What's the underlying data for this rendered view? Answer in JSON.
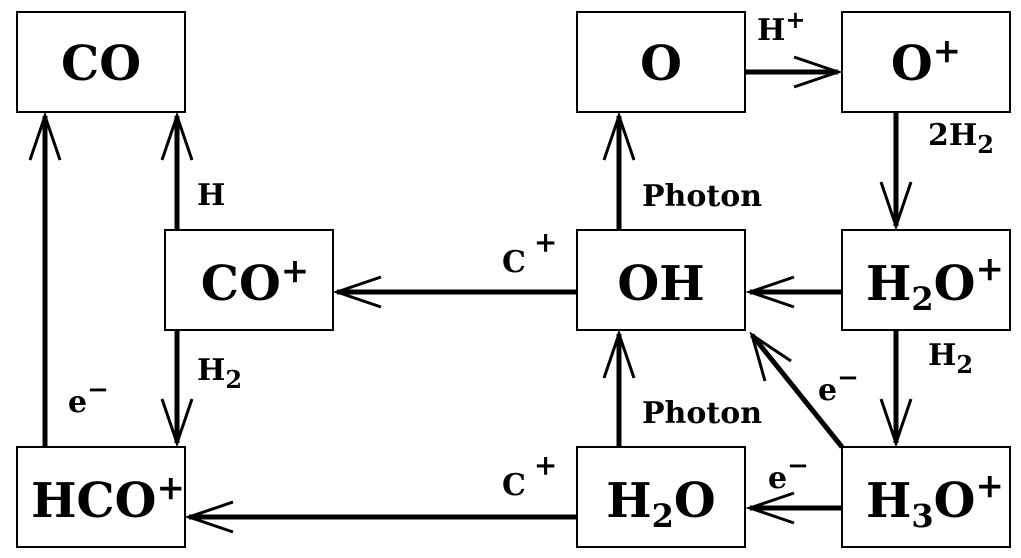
{
  "nodes": {
    "co": {
      "main": "CO",
      "sup": ""
    },
    "o": {
      "main": "O",
      "sup": ""
    },
    "oplus": {
      "main": "O",
      "sup": "+"
    },
    "coplus": {
      "main": "CO",
      "sup": "+"
    },
    "oh": {
      "main": "OH",
      "sup": ""
    },
    "h2oplus": {
      "p1": "H",
      "sub": "2",
      "p2": "O",
      "sup": "+"
    },
    "hcoplus": {
      "main": "HCO",
      "sup": "+"
    },
    "h2o": {
      "p1": "H",
      "sub": "2",
      "p2": "O"
    },
    "h3oplus": {
      "p1": "H",
      "sub": "3",
      "p2": "O",
      "sup": "+"
    }
  },
  "edges": {
    "o_to_oplus": {
      "label": "H",
      "sup": "+"
    },
    "oplus_to_h2oplus": {
      "label": "2H",
      "sub": "2"
    },
    "h2oplus_to_h3oplus": {
      "label": "H",
      "sub": "2"
    },
    "coplus_to_co": {
      "label": "H"
    },
    "coplus_to_hcoplus": {
      "label": "H",
      "sub": "2"
    },
    "hcoplus_to_co": {
      "label": "e",
      "sup": "−"
    },
    "oh_to_o": {
      "label": "Photon"
    },
    "h2o_to_oh": {
      "label": "Photon"
    },
    "oh_to_coplus": {
      "label": "C",
      "sup": "+"
    },
    "h2o_to_hcoplus": {
      "label": "C",
      "sup": "+"
    },
    "h3oplus_to_h2o": {
      "label": "e",
      "sup": "−"
    },
    "h3oplus_to_oh": {
      "label": "e",
      "sup": "−"
    }
  }
}
